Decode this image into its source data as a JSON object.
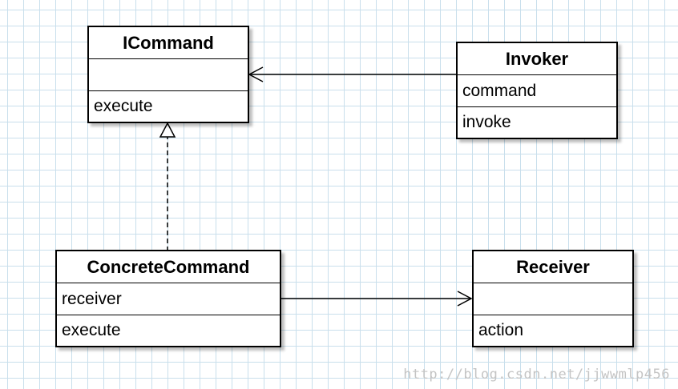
{
  "classes": {
    "icommand": {
      "name": "ICommand",
      "attributes": "",
      "operations": "execute"
    },
    "invoker": {
      "name": "Invoker",
      "attributes": "command",
      "operations": "invoke"
    },
    "concrete_command": {
      "name": "ConcreteCommand",
      "attributes": "receiver",
      "operations": "execute"
    },
    "receiver": {
      "name": "Receiver",
      "attributes": "",
      "operations": "action"
    }
  },
  "relationships": [
    {
      "from": "Invoker",
      "to": "ICommand",
      "type": "association"
    },
    {
      "from": "ConcreteCommand",
      "to": "ICommand",
      "type": "realization"
    },
    {
      "from": "ConcreteCommand",
      "to": "Receiver",
      "type": "association"
    }
  ],
  "watermark": "http://blog.csdn.net/jjwwmlp456",
  "colors": {
    "grid": "#c9dfec",
    "line": "#000000",
    "background": "#ffffff"
  }
}
